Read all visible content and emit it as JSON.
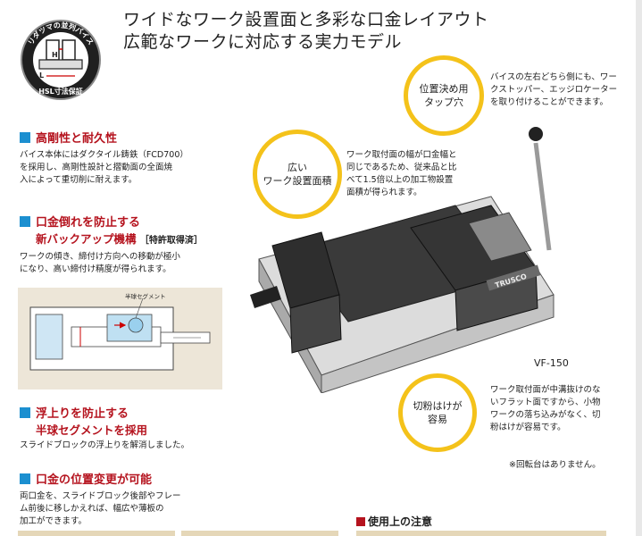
{
  "badge": {
    "arc_text": "リダツマの並列バイス",
    "bottom_text": "HSL寸法保証",
    "letter_h": "H",
    "letter_l": "L"
  },
  "headline": {
    "line1": "ワイドなワーク設置面と多彩な口金レイアウト",
    "line2": "広範なワークに対応する実力モデル"
  },
  "sections": [
    {
      "title": "高剛性と耐久性",
      "body": [
        "バイス本体にはダクタイル鋳鉄（FCD700）",
        "を採用し、高剛性設計と摺動面の全面焼",
        "入によって重切削に耐えます。"
      ]
    },
    {
      "title": "口金倒れを防止する",
      "subtitle": "新バックアップ機構",
      "bracket": "［特許取得済］",
      "body": [
        "ワークの傾き、締付け方向への移動が極小",
        "になり、高い締付け精度が得られます。"
      ]
    },
    {
      "title": "浮上りを防止する",
      "subtitle": "半球セグメントを採用",
      "body": [
        "スライドブロックの浮上りを解消しました。"
      ]
    },
    {
      "title": "口金の位置変更が可能",
      "body": [
        "両口金を、スライドブロック後部やフレー",
        "ム前後に移しかえれば、幅広や薄板の",
        "加工ができます。"
      ]
    }
  ],
  "diagram": {
    "label": "半球セグメント"
  },
  "callouts": {
    "tap_hole": {
      "circle": [
        "位置決め用",
        "タップ穴"
      ],
      "note": [
        "バイスの左右どちら側にも、ワー",
        "クストッパー、エッジロケーター",
        "を取り付けることができます。"
      ]
    },
    "wide_area": {
      "circle": [
        "広い",
        "ワーク設置面積"
      ],
      "note": [
        "ワーク取付面の幅が口金幅と",
        "同じであるため、従来品と比",
        "べて1.5倍以上の加工物設置",
        "面積が得られます。"
      ]
    },
    "chips": {
      "circle": [
        "切粉はけが",
        "容易"
      ],
      "note": [
        "ワーク取付面が中溝抜けのな",
        "いフラット面ですから、小物",
        "ワークの落ち込みがなく、切",
        "粉はけが容易です。"
      ]
    }
  },
  "product": {
    "model": "VF-150",
    "plate": "TRUSCO"
  },
  "footnote": "※回転台はありません。",
  "usage_title": "使用上の注意",
  "colors": {
    "accent_red": "#b5131e",
    "accent_blue": "#1c8fd0",
    "circle_yellow": "#f4c21a"
  }
}
